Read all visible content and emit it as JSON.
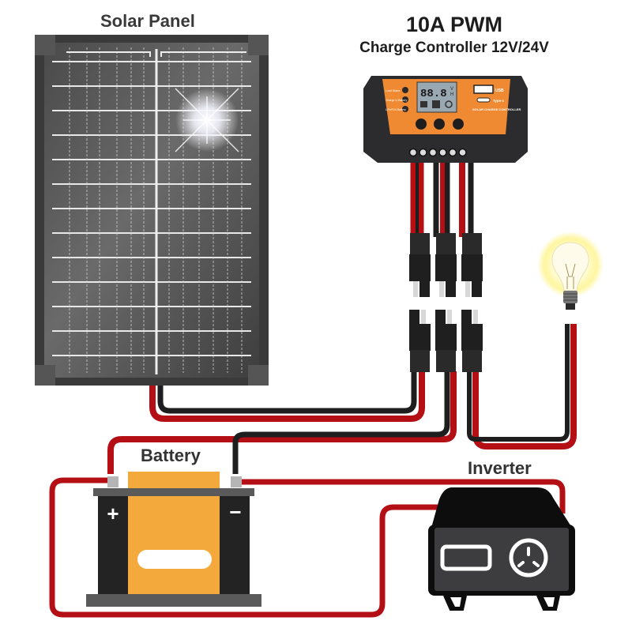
{
  "labels": {
    "solar_panel": "Solar Panel",
    "controller_title": "10A PWM",
    "controller_subtitle": "Charge Controller 12V/24V",
    "battery": "Battery",
    "inverter": "Inverter"
  },
  "controller": {
    "display_digits": "88.8",
    "display_unit_v": "V",
    "display_unit_h": "H",
    "indicator_labels": [
      "Load Status",
      "Charge Li Battery",
      "LiFePO4 Battery"
    ],
    "port_usb": "USB",
    "port_typec": "Type-c",
    "brand_text": "SOLAR CHARGE CONTROLLER",
    "button_count": 3,
    "terminal_count": 6
  },
  "battery": {
    "positive_symbol": "+",
    "negative_symbol": "−"
  },
  "connectors": {
    "pairs": 3
  },
  "colors": {
    "wire_red": "#b30f14",
    "wire_black": "#1e1e1e",
    "controller_orange": "#f08a32",
    "controller_body": "#2c2c2e",
    "battery_orange": "#f4a93c",
    "battery_dark": "#232323",
    "inverter_body": "#3d3d3f",
    "panel_frame": "#3a3a3a",
    "bulb_glow": "#fff27a"
  }
}
